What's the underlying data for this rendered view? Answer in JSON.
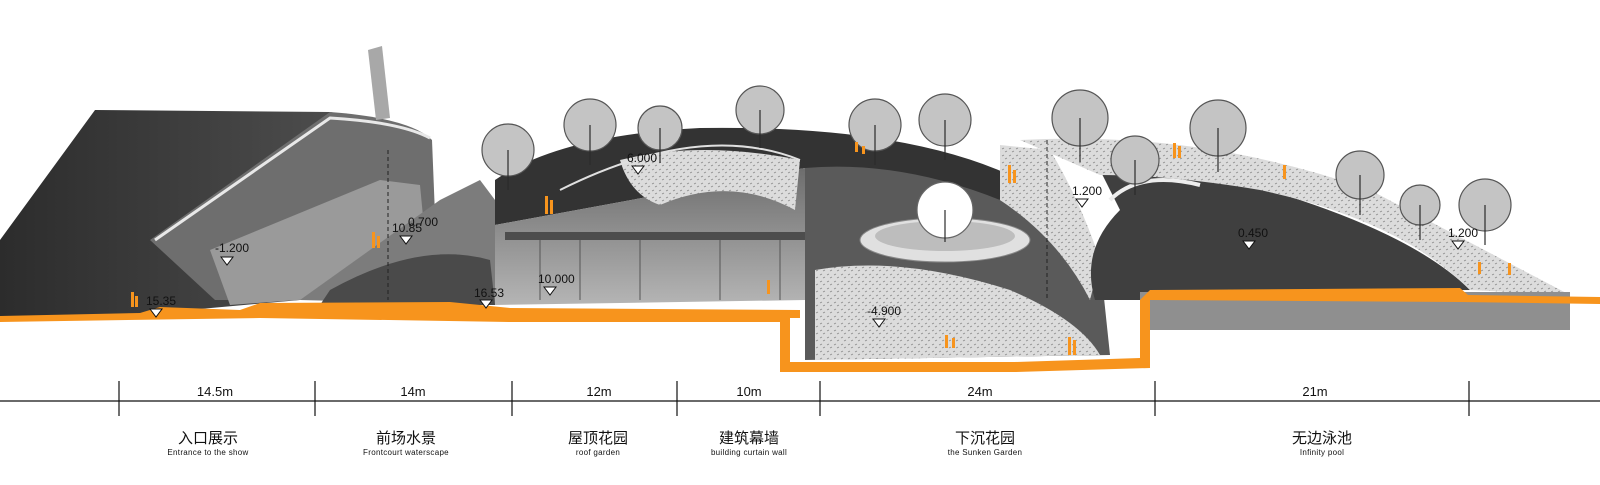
{
  "elevations": [
    "-1.200",
    "0.700",
    "10.85",
    "15.35",
    "16.53",
    "10.000",
    "6.000",
    "-4.900",
    "1.200",
    "0.450",
    "1.200"
  ],
  "segments": [
    {
      "width": "14.5m",
      "name_zh": "入口展示",
      "name_en": "Entrance to the show"
    },
    {
      "width": "14m",
      "name_zh": "前场水景",
      "name_en": "Frontcourt waterscape"
    },
    {
      "width": "12m",
      "name_zh": "屋顶花园",
      "name_en": "roof garden"
    },
    {
      "width": "10m",
      "name_zh": "建筑幕墙",
      "name_en": "building curtain wall"
    },
    {
      "width": "24m",
      "name_zh": "下沉花园",
      "name_en": "the Sunken Garden"
    },
    {
      "width": "21m",
      "name_zh": "无边泳池",
      "name_en": "Infinity pool"
    }
  ],
  "colors": {
    "ground": "#f7941d",
    "dark_fill": "#3d3d3d",
    "paving": "#d6d6d6",
    "glass": "#8a8a8a"
  }
}
